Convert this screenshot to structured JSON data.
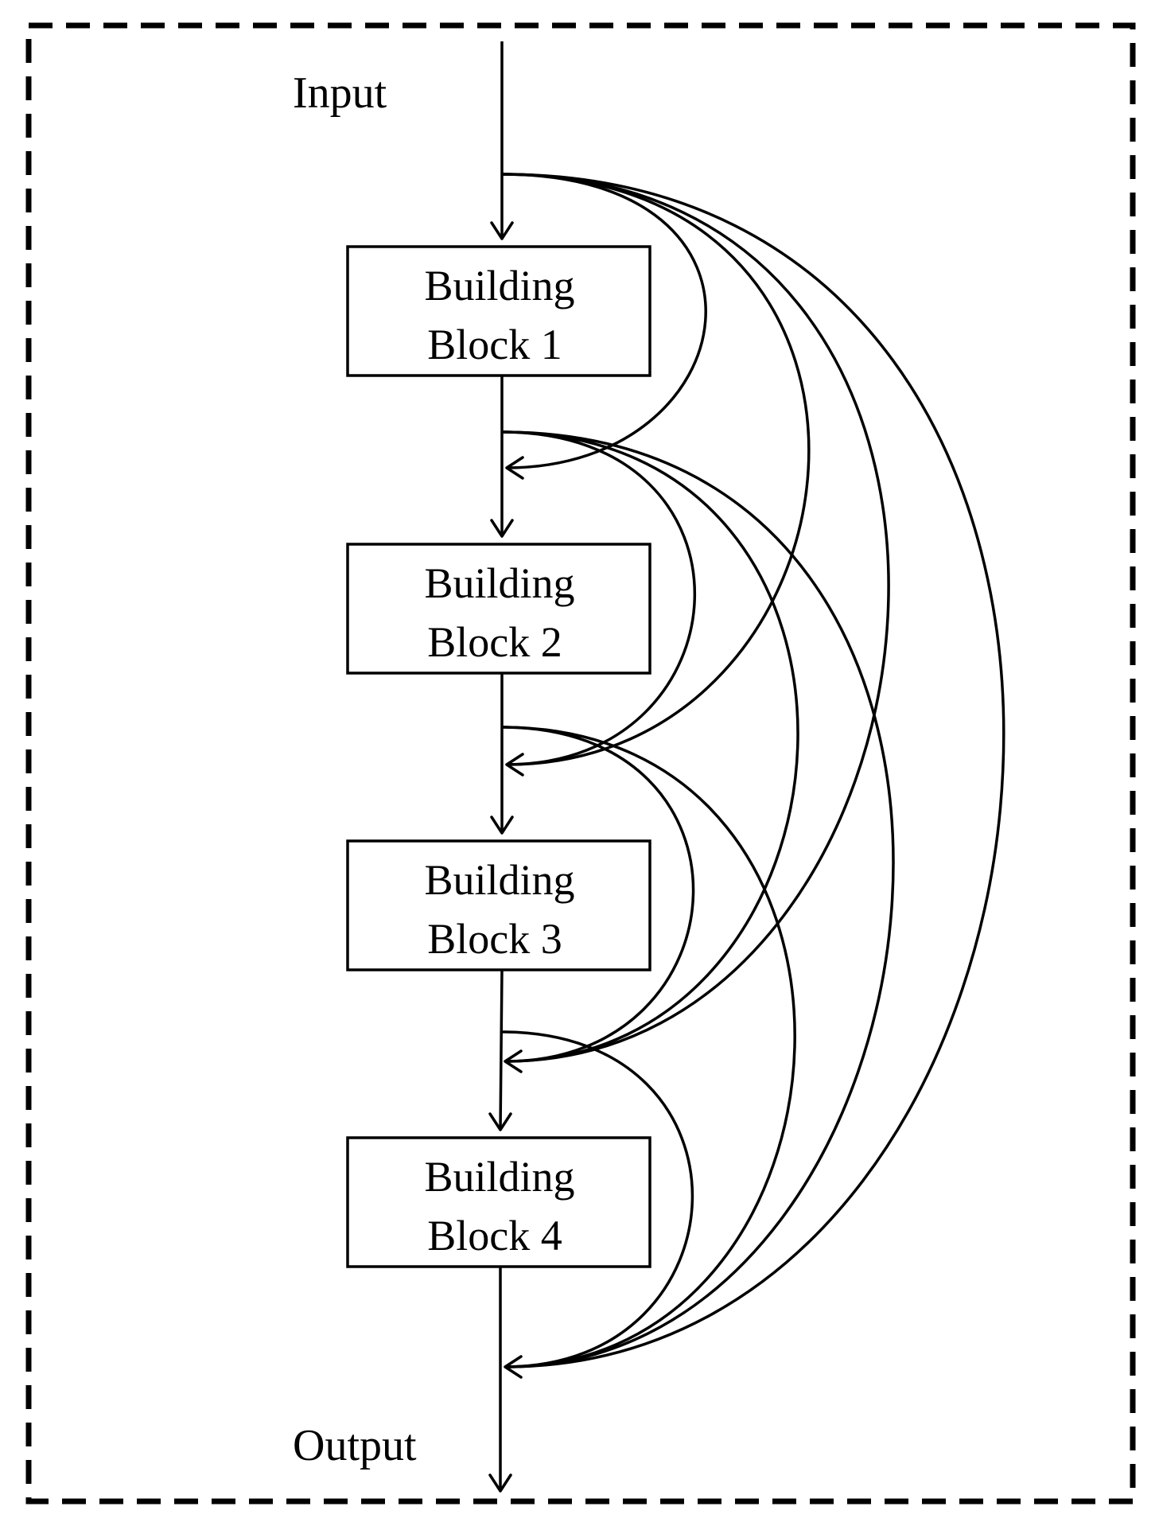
{
  "diagram": {
    "input_label": "Input",
    "output_label": "Output",
    "blocks": [
      {
        "line1": "Building",
        "line2": "Block 1"
      },
      {
        "line1": "Building",
        "line2": "Block 2"
      },
      {
        "line1": "Building",
        "line2": "Block 3"
      },
      {
        "line1": "Building",
        "line2": "Block 4"
      }
    ],
    "skip_connections": [
      {
        "from": "Input",
        "to": "Block 2"
      },
      {
        "from": "Input",
        "to": "Block 3"
      },
      {
        "from": "Input",
        "to": "Block 4"
      },
      {
        "from": "Input",
        "to": "Output"
      },
      {
        "from": "Block 1",
        "to": "Block 3"
      },
      {
        "from": "Block 1",
        "to": "Block 4"
      },
      {
        "from": "Block 1",
        "to": "Output"
      },
      {
        "from": "Block 2",
        "to": "Block 4"
      },
      {
        "from": "Block 2",
        "to": "Output"
      },
      {
        "from": "Block 3",
        "to": "Output"
      }
    ]
  }
}
